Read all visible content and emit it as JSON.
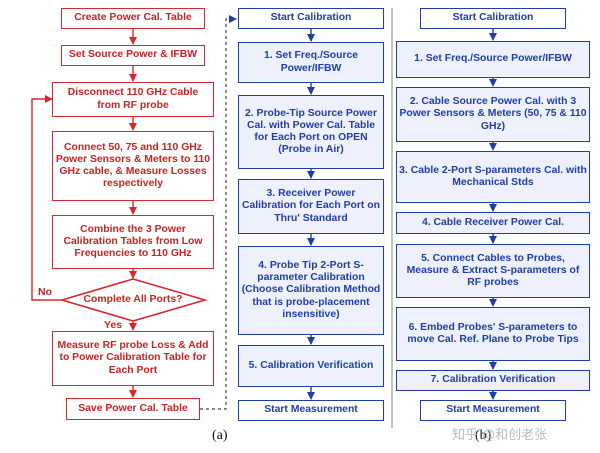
{
  "flow_a_left": {
    "steps": [
      "Create Power Cal. Table",
      "Set Source Power & IFBW",
      "Disconnect 110 GHz Cable from RF probe",
      "Connect 50, 75 and 110 GHz Power Sensors & Meters to 110 GHz cable, & Measure Losses respectively",
      "Combine the 3 Power Calibration Tables from Low Frequencies to 110 GHz",
      "Measure RF probe Loss & Add to Power Calibration Table for Each Port",
      "Save Power Cal. Table"
    ],
    "decision": "Complete All Ports?",
    "no_label": "No",
    "yes_label": "Yes"
  },
  "flow_a_right": {
    "steps": [
      "Start Calibration",
      "1. Set Freq./Source Power/IFBW",
      "2. Probe-Tip Source Power Cal. with Power Cal. Table for Each Port on OPEN (Probe in Air)",
      "3. Receiver Power Calibration for Each Port on Thru' Standard",
      "4. Probe Tip 2-Port S-parameter Calibration (Choose Calibration Method that is probe-placement insensitive)",
      "5. Calibration Verification",
      "Start Measurement"
    ]
  },
  "flow_b": {
    "steps": [
      "Start Calibration",
      "1. Set Freq./Source Power/IFBW",
      "2. Cable Source Power Cal. with 3 Power Sensors & Meters (50, 75 & 110 GHz)",
      "3. Cable 2-Port S-parameters Cal. with Mechanical Stds",
      "4. Cable Receiver Power Cal.",
      "5. Connect Cables to Probes, Measure & Extract S-parameters of RF probes",
      "6. Embed Probes' S-parameters to move Cal. Ref. Plane to Probe Tips",
      "7. Calibration Verification",
      "Start Measurement"
    ]
  },
  "captions": {
    "a": "(a)",
    "b": "(b)"
  },
  "watermark": "知乎 @和创老张",
  "colors": {
    "red": "#d7292d",
    "blue": "#1f3ea8"
  }
}
